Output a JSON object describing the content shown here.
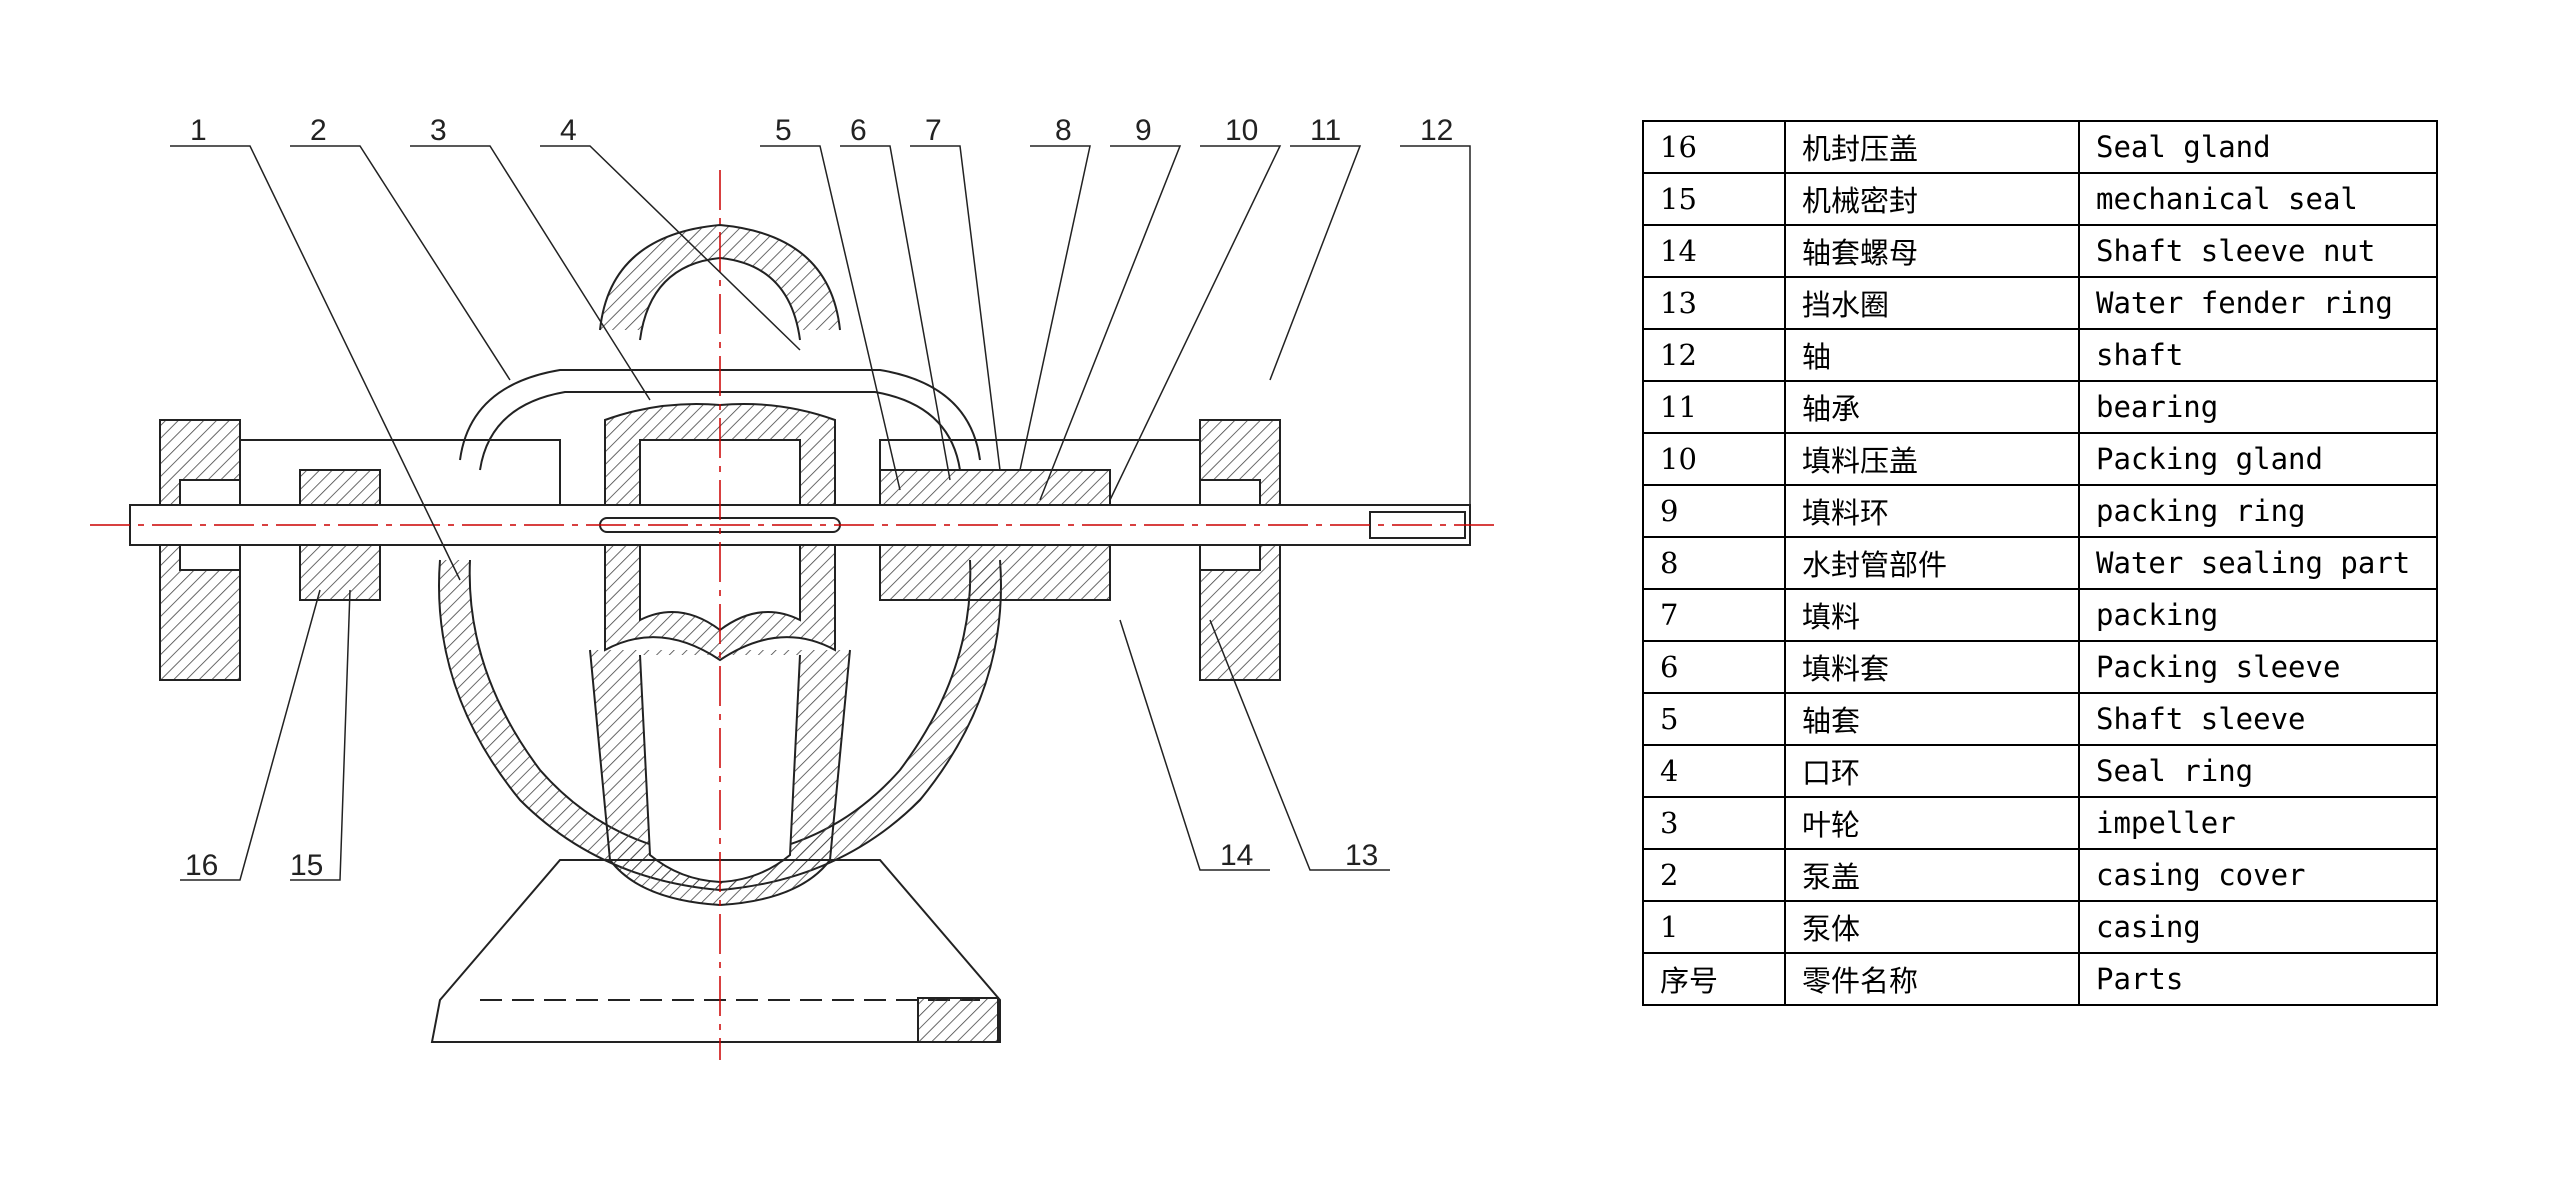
{
  "callouts": [
    "1",
    "2",
    "3",
    "4",
    "5",
    "6",
    "7",
    "8",
    "9",
    "10",
    "11",
    "12",
    "13",
    "14",
    "15",
    "16"
  ],
  "parts_table": {
    "rows": [
      {
        "no": "16",
        "cn": "机封压盖",
        "en": "Seal gland"
      },
      {
        "no": "15",
        "cn": "机械密封",
        "en": "mechanical seal"
      },
      {
        "no": "14",
        "cn": "轴套螺母",
        "en": "Shaft sleeve nut"
      },
      {
        "no": "13",
        "cn": "挡水圈",
        "en": "Water fender ring"
      },
      {
        "no": "12",
        "cn": "轴",
        "en": "shaft"
      },
      {
        "no": "11",
        "cn": "轴承",
        "en": "bearing"
      },
      {
        "no": "10",
        "cn": "填料压盖",
        "en": "Packing gland"
      },
      {
        "no": "9",
        "cn": "填料环",
        "en": "packing ring"
      },
      {
        "no": "8",
        "cn": "水封管部件",
        "en": "Water sealing part"
      },
      {
        "no": "7",
        "cn": "填料",
        "en": "packing"
      },
      {
        "no": "6",
        "cn": "填料套",
        "en": "Packing sleeve"
      },
      {
        "no": "5",
        "cn": "轴套",
        "en": "Shaft sleeve"
      },
      {
        "no": "4",
        "cn": "口环",
        "en": "Seal ring"
      },
      {
        "no": "3",
        "cn": "叶轮",
        "en": "impeller"
      },
      {
        "no": "2",
        "cn": "泵盖",
        "en": "casing cover"
      },
      {
        "no": "1",
        "cn": "泵体",
        "en": "casing"
      }
    ],
    "header": {
      "no": "序号",
      "cn": "零件名称",
      "en": "Parts"
    }
  }
}
